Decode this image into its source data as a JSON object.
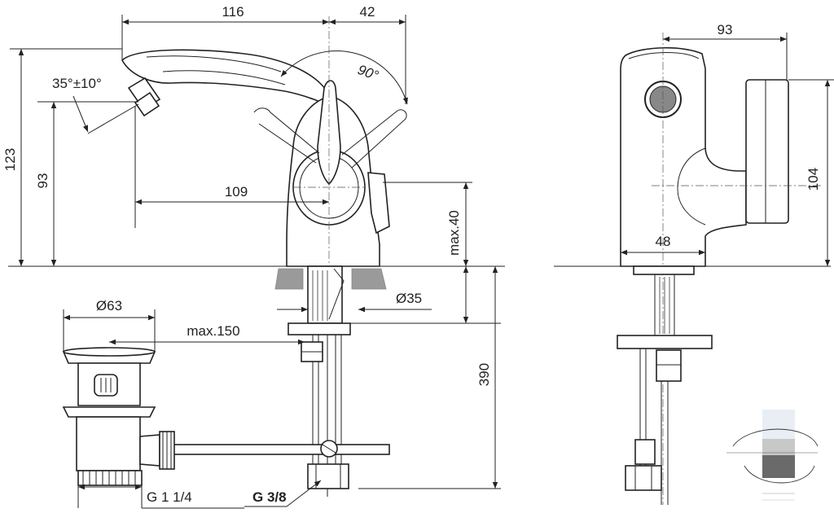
{
  "labels": {
    "d116": "116",
    "d42": "42",
    "d93_top": "93",
    "angle35": "35°±10°",
    "angle90": "90°",
    "d123": "123",
    "d93_left": "93",
    "d109": "109",
    "max40": "max.40",
    "d35": "Ø35",
    "d63": "Ø63",
    "max150": "max.150",
    "d390": "390",
    "d104": "104",
    "d48": "48",
    "g114": "G 1 1/4",
    "g38": "G 3/8"
  }
}
